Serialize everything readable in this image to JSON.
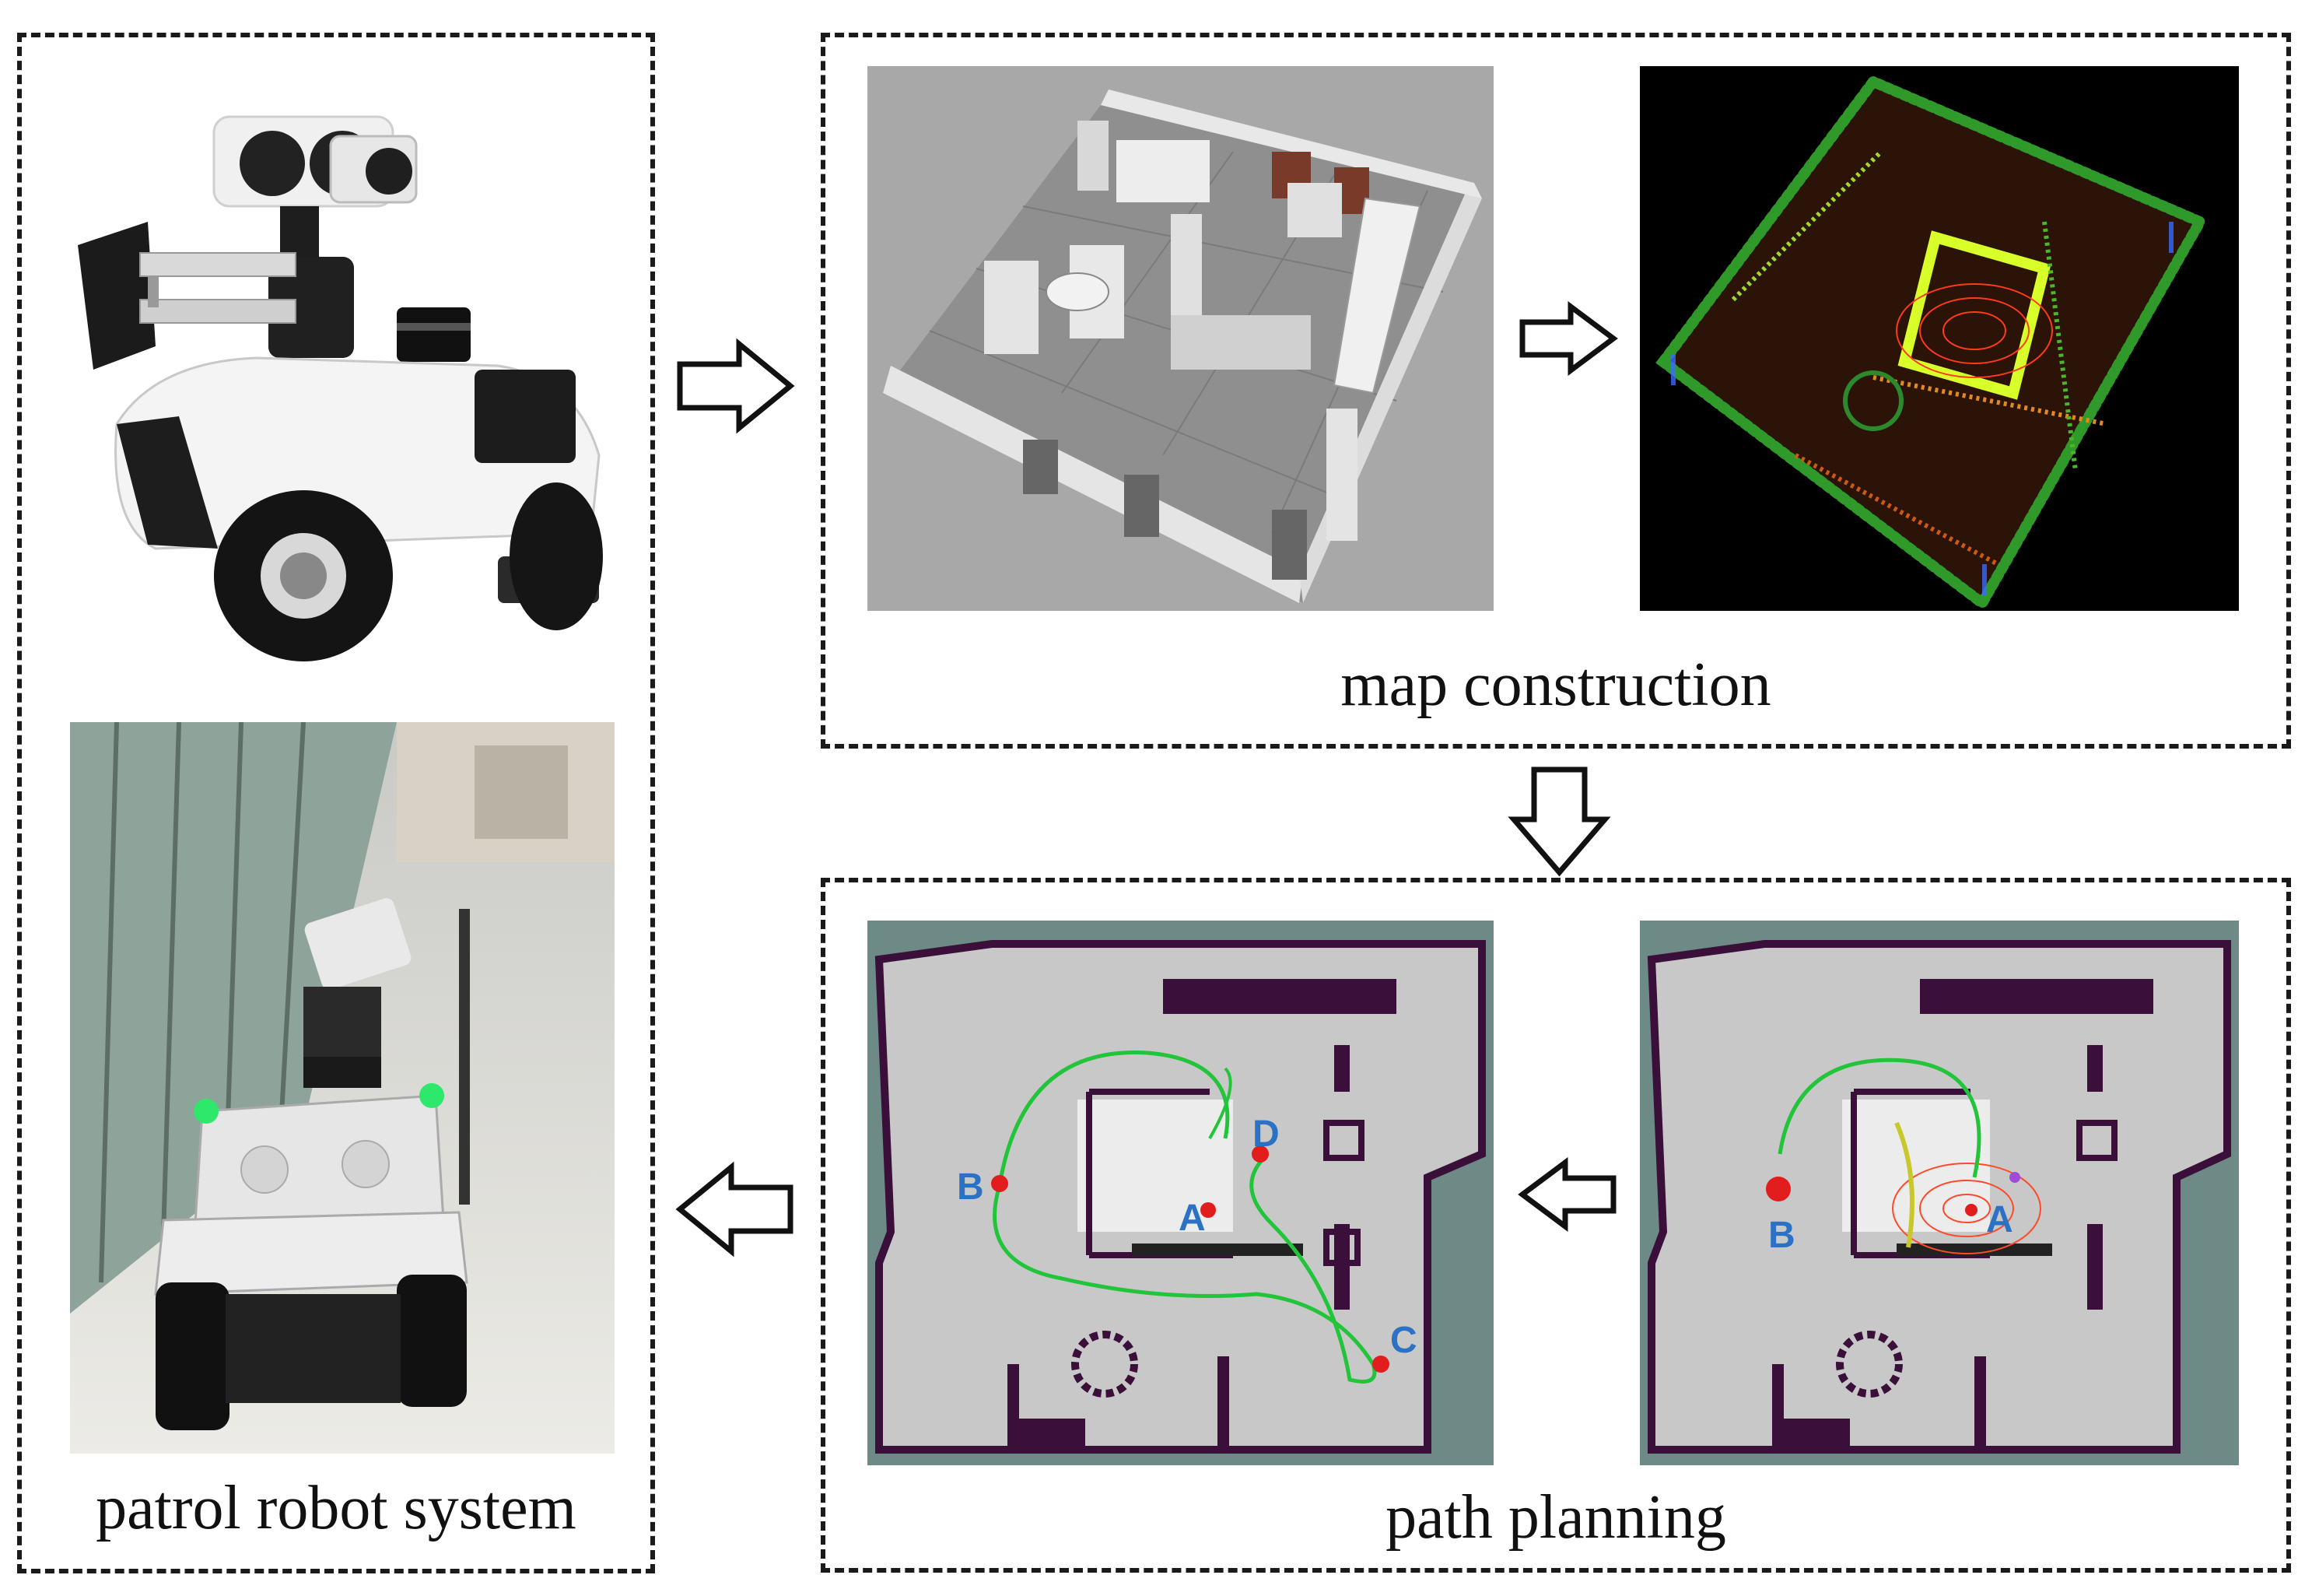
{
  "sections": {
    "left": {
      "caption": "patrol robot system"
    },
    "map": {
      "caption": "map construction"
    },
    "path": {
      "caption": "path planning"
    }
  },
  "panels": {
    "robot_render": {
      "subject": "patrol robot render"
    },
    "robot_photo": {
      "subject": "patrol robot photo"
    },
    "sim_scene": {
      "subject": "3D simulated office scene"
    },
    "point_cloud": {
      "subject": "3D point cloud map"
    },
    "multi_point_plan": {
      "points": [
        "A",
        "B",
        "C",
        "D"
      ]
    },
    "two_point_plan": {
      "points": [
        "A",
        "B"
      ]
    }
  },
  "colors": {
    "frame": "#1a1a1a",
    "point_label": "#2b72c4",
    "waypoint": "#e11d1d",
    "path": "#22c43a",
    "grid_free": "#c8c8c8",
    "grid_unknown": "#6e8a86",
    "obstacle": "#3a0f3a",
    "cloud_bg": "#000000"
  },
  "icons": [
    "right-arrow-icon",
    "down-arrow-icon",
    "left-arrow-icon"
  ]
}
